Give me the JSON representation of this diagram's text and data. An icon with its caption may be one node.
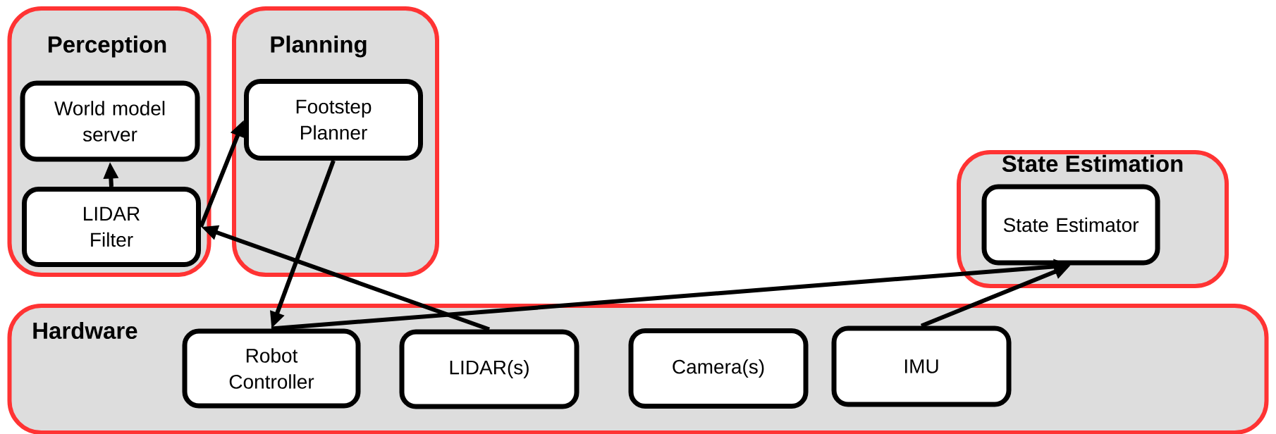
{
  "diagram": {
    "nodes": [
      {
        "text": [
          "Perception"
        ]
      },
      {
        "text": [
          "World model server"
        ],
        "in": 0
      },
      {
        "text": [
          "LIDAR Filter"
        ],
        "in": 0
      },
      {
        "text": [
          "Planning"
        ]
      },
      {
        "text": [
          "Footstep Planner"
        ],
        "in": 3
      },
      {
        "text": [
          "State Estimation"
        ]
      },
      {
        "text": [
          "State Estimator"
        ],
        "in": 5
      },
      {
        "text": [
          "Hardware"
        ]
      },
      {
        "text": [
          "Robot Controller"
        ],
        "in": 7
      },
      {
        "text": [
          "LIDAR(s)"
        ],
        "in": 7
      },
      {
        "text": [
          "Camera(s)"
        ],
        "in": 7
      },
      {
        "text": [
          "IMU"
        ],
        "in": 7
      }
    ],
    "edges": [
      {
        "from": 2,
        "to": 1,
        "arrow": "to"
      },
      {
        "from": 2,
        "to": 4,
        "arrow": "to"
      },
      {
        "from": 4,
        "to": 8,
        "arrow": "to"
      },
      {
        "from": 9,
        "to": 2,
        "arrow": "to"
      },
      {
        "from": 8,
        "to": 6,
        "arrow": "to"
      },
      {
        "from": 11,
        "to": 6,
        "arrow": "to"
      }
    ]
  }
}
